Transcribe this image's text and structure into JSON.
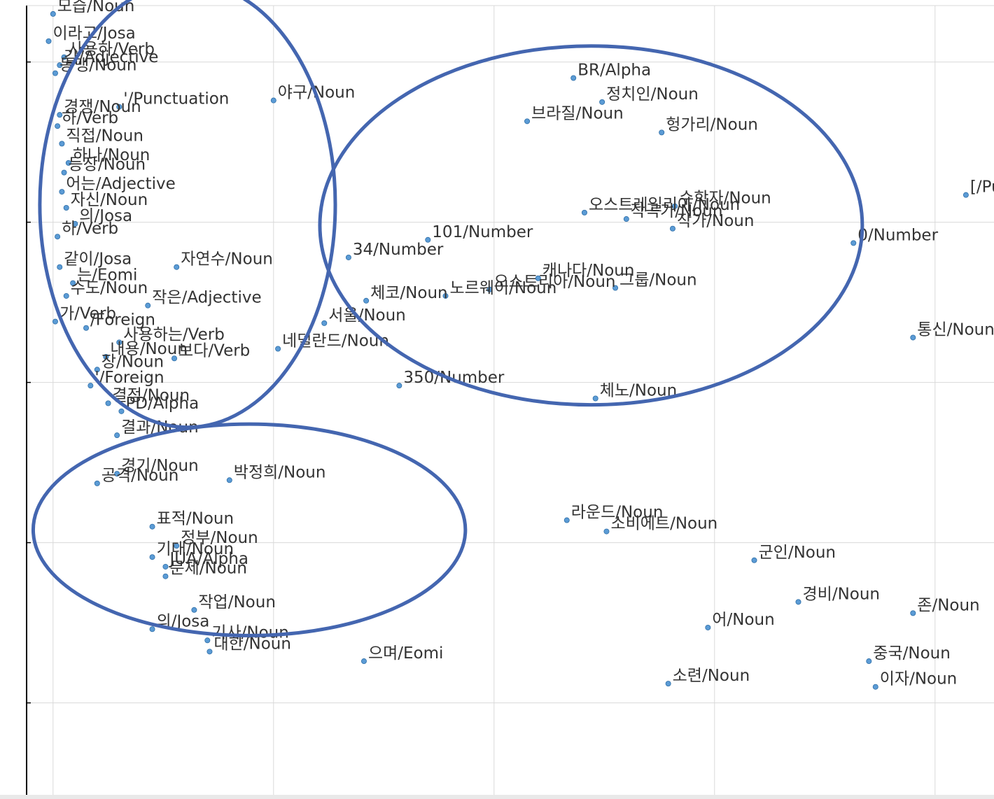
{
  "colors": {
    "point": "#5b9bd5",
    "label": "#333333",
    "cluster": "#4466b0",
    "grid": "#d9d9d9"
  },
  "chart_data": {
    "type": "scatter",
    "title": "",
    "xlabel": "",
    "ylabel": "",
    "xlim": [
      -0.12,
      4.38
    ],
    "ylim": [
      -0.6,
      4.4
    ],
    "grid": true,
    "legend": "none",
    "points": [
      {
        "label": "모습/Noun",
        "x": 0.0,
        "y": 4.3
      },
      {
        "label": "이라고/Josa",
        "x": -0.02,
        "y": 4.13
      },
      {
        "label": "사용하/Verb",
        "x": 0.05,
        "y": 4.03
      },
      {
        "label": "같/Adjective",
        "x": 0.03,
        "y": 3.98
      },
      {
        "label": "동맹/Noun",
        "x": 0.01,
        "y": 3.93
      },
      {
        "label": "'/Punctuation",
        "x": 0.3,
        "y": 3.72
      },
      {
        "label": "경쟁/Noun",
        "x": 0.03,
        "y": 3.67
      },
      {
        "label": "하/Verb",
        "x": 0.02,
        "y": 3.6
      },
      {
        "label": "직접/Noun",
        "x": 0.04,
        "y": 3.49
      },
      {
        "label": "하나/Noun",
        "x": 0.07,
        "y": 3.37
      },
      {
        "label": "등장/Noun",
        "x": 0.05,
        "y": 3.31
      },
      {
        "label": "어는/Adjective",
        "x": 0.04,
        "y": 3.19
      },
      {
        "label": "자신/Noun",
        "x": 0.06,
        "y": 3.09
      },
      {
        "label": "의/Josa",
        "x": 0.1,
        "y": 2.99
      },
      {
        "label": "하/Verb",
        "x": 0.02,
        "y": 2.91
      },
      {
        "label": "같이/Josa",
        "x": 0.03,
        "y": 2.72
      },
      {
        "label": "는/Eomi",
        "x": 0.09,
        "y": 2.62
      },
      {
        "label": "수도/Noun",
        "x": 0.06,
        "y": 2.54
      },
      {
        "label": "가/Verb",
        "x": 0.01,
        "y": 2.38
      },
      {
        "label": "/Foreign",
        "x": 0.15,
        "y": 2.34
      },
      {
        "label": "사용하는/Verb",
        "x": 0.3,
        "y": 2.25
      },
      {
        "label": "내용/Noun",
        "x": 0.24,
        "y": 2.16
      },
      {
        "label": "장/Noun",
        "x": 0.2,
        "y": 2.08
      },
      {
        "label": "'/Foreign",
        "x": 0.17,
        "y": 1.98
      },
      {
        "label": "결정/Noun",
        "x": 0.25,
        "y": 1.87
      },
      {
        "label": "PD/Alpha",
        "x": 0.31,
        "y": 1.82
      },
      {
        "label": "결과/Noun",
        "x": 0.29,
        "y": 1.67
      },
      {
        "label": "야구/Noun",
        "x": 1.0,
        "y": 3.76
      },
      {
        "label": "자연수/Noun",
        "x": 0.56,
        "y": 2.72
      },
      {
        "label": "작은/Adjective",
        "x": 0.43,
        "y": 2.48
      },
      {
        "label": "보다/Verb",
        "x": 0.55,
        "y": 2.15
      },
      {
        "label": "네덜란드/Noun",
        "x": 1.02,
        "y": 2.21
      },
      {
        "label": "BR/Alpha",
        "x": 2.36,
        "y": 3.9
      },
      {
        "label": "정치인/Noun",
        "x": 2.49,
        "y": 3.75
      },
      {
        "label": "브라질/Noun",
        "x": 2.15,
        "y": 3.63
      },
      {
        "label": "헝가리/Noun",
        "x": 2.76,
        "y": 3.56
      },
      {
        "label": "오스트레일리아/Noun",
        "x": 2.41,
        "y": 3.06
      },
      {
        "label": "작곡가/Noun",
        "x": 2.6,
        "y": 3.02
      },
      {
        "label": "수학자/Noun",
        "x": 2.82,
        "y": 3.1
      },
      {
        "label": "작가/Noun",
        "x": 2.81,
        "y": 2.96
      },
      {
        "label": "101/Number",
        "x": 1.7,
        "y": 2.89
      },
      {
        "label": "34/Number",
        "x": 1.34,
        "y": 2.78
      },
      {
        "label": "캐나다/Noun",
        "x": 2.2,
        "y": 2.65
      },
      {
        "label": "그룹/Noun",
        "x": 2.55,
        "y": 2.59
      },
      {
        "label": "오스트리아/Noun",
        "x": 1.98,
        "y": 2.58
      },
      {
        "label": "노르웨이/Noun",
        "x": 1.78,
        "y": 2.54
      },
      {
        "label": "체코/Noun",
        "x": 1.42,
        "y": 2.51
      },
      {
        "label": "서울/Noun",
        "x": 1.23,
        "y": 2.37
      },
      {
        "label": "0/Number",
        "x": 3.63,
        "y": 2.87
      },
      {
        "label": "통신/Noun",
        "x": 3.9,
        "y": 2.28
      },
      {
        "label": "[/Punctuation",
        "x": 4.14,
        "y": 3.17
      },
      {
        "label": "350/Number",
        "x": 1.57,
        "y": 1.98
      },
      {
        "label": "체노/Noun",
        "x": 2.46,
        "y": 1.9
      },
      {
        "label": "경기/Noun",
        "x": 0.29,
        "y": 1.43
      },
      {
        "label": "공격/Noun",
        "x": 0.2,
        "y": 1.37
      },
      {
        "label": "박정희/Noun",
        "x": 0.8,
        "y": 1.39
      },
      {
        "label": "표적/Noun",
        "x": 0.45,
        "y": 1.1
      },
      {
        "label": "정부/Noun",
        "x": 0.56,
        "y": 0.98
      },
      {
        "label": "기대/Noun",
        "x": 0.45,
        "y": 0.91
      },
      {
        "label": "JUA/Alpha",
        "x": 0.51,
        "y": 0.85
      },
      {
        "label": "문제/Noun",
        "x": 0.51,
        "y": 0.79
      },
      {
        "label": "라운드/Noun",
        "x": 2.33,
        "y": 1.14
      },
      {
        "label": "소비에트/Noun",
        "x": 2.51,
        "y": 1.07
      },
      {
        "label": "군인/Noun",
        "x": 3.18,
        "y": 0.89
      },
      {
        "label": "경비/Noun",
        "x": 3.38,
        "y": 0.63
      },
      {
        "label": "존/Noun",
        "x": 3.9,
        "y": 0.56
      },
      {
        "label": "작업/Noun",
        "x": 0.64,
        "y": 0.58
      },
      {
        "label": "의/Josa",
        "x": 0.45,
        "y": 0.46
      },
      {
        "label": "기사/Noun",
        "x": 0.7,
        "y": 0.39
      },
      {
        "label": "대한/Noun",
        "x": 0.71,
        "y": 0.32
      },
      {
        "label": "어/Noun",
        "x": 2.97,
        "y": 0.47
      },
      {
        "label": "으며/Eomi",
        "x": 1.41,
        "y": 0.26
      },
      {
        "label": "중국/Noun",
        "x": 3.7,
        "y": 0.26
      },
      {
        "label": "소련/Noun",
        "x": 2.79,
        "y": 0.12
      },
      {
        "label": "이자/Noun",
        "x": 3.73,
        "y": 0.1
      }
    ],
    "clusters": [
      {
        "cx": 0.61,
        "cy": 3.11,
        "rx": 0.67,
        "ry": 1.39
      },
      {
        "cx": 2.44,
        "cy": 2.98,
        "rx": 1.23,
        "ry": 1.12
      },
      {
        "cx": 0.89,
        "cy": 1.08,
        "rx": 0.98,
        "ry": 0.66
      }
    ]
  }
}
